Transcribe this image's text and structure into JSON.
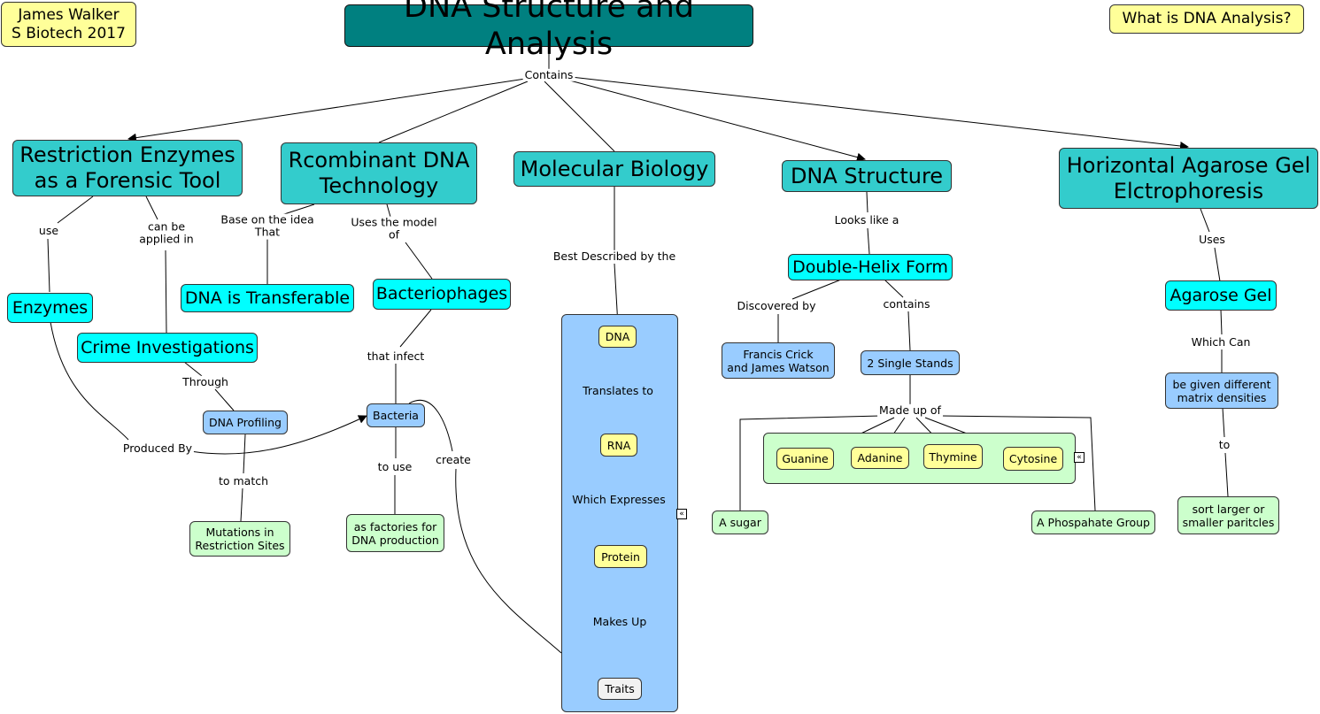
{
  "author": {
    "name": "James Walker\nS Biotech 2017"
  },
  "help": {
    "label": "What is DNA Analysis?"
  },
  "root": {
    "title": "DNA Structure and Analysis"
  },
  "links": {
    "contains": "Contains",
    "use": "use",
    "can_be_applied_in": "can be\napplied in",
    "base_on_idea": "Base on the idea\nThat",
    "uses_model_of": "Uses the model\nof",
    "best_described": "Best Described by the",
    "looks_like": "Looks like a",
    "uses": "Uses",
    "through": "Through",
    "produced_by": "Produced By",
    "to_match": "to match",
    "that_infect": "that infect",
    "to_use": "to use",
    "create": "create",
    "translates_to": "Translates to",
    "which_expresses": "Which Expresses",
    "makes_up": "Makes Up",
    "discovered_by": "Discovered by",
    "contains_lower": "contains",
    "made_up_of": "Made up of",
    "which_can": "Which Can",
    "to": "to"
  },
  "topics": {
    "restriction_enzymes": "Restriction Enzymes\nas a Forensic Tool",
    "recombinant_dna": "Rcombinant DNA\nTechnology",
    "molecular_biology": "Molecular Biology",
    "dna_structure": "DNA Structure",
    "gel_electrophoresis": "Horizontal Agarose Gel\nElctrophoresis"
  },
  "concepts": {
    "enzymes": "Enzymes",
    "crime_investigations": "Crime Investigations",
    "dna_transferable": "DNA is Transferable",
    "bacteriophages": "Bacteriophages",
    "double_helix": "Double-Helix Form",
    "agarose_gel": "Agarose Gel",
    "dna_profiling": "DNA Profiling",
    "bacteria": "Bacteria",
    "mutations": "Mutations in\nRestriction Sites",
    "factories": "as factories for\nDNA production",
    "crick_watson": "Francis Crick\nand James Watson",
    "single_strands": "2 Single Stands",
    "matrix_densities": "be given different\nmatrix densities",
    "sort_particles": "sort larger or\nsmaller paritcles",
    "a_sugar": "A sugar",
    "phosphate": "A Phospahate Group"
  },
  "central_dogma": [
    "DNA",
    "RNA",
    "Protein",
    "Traits"
  ],
  "bases": [
    "Guanine",
    "Adanine",
    "Thymine",
    "Cytosine"
  ],
  "colors": {
    "root": "#008080",
    "topic": "#33cccc",
    "concept": "#00ffff",
    "detail_blue": "#99ccff",
    "detail_green": "#ccffcc",
    "note_yellow": "#ffff99"
  }
}
